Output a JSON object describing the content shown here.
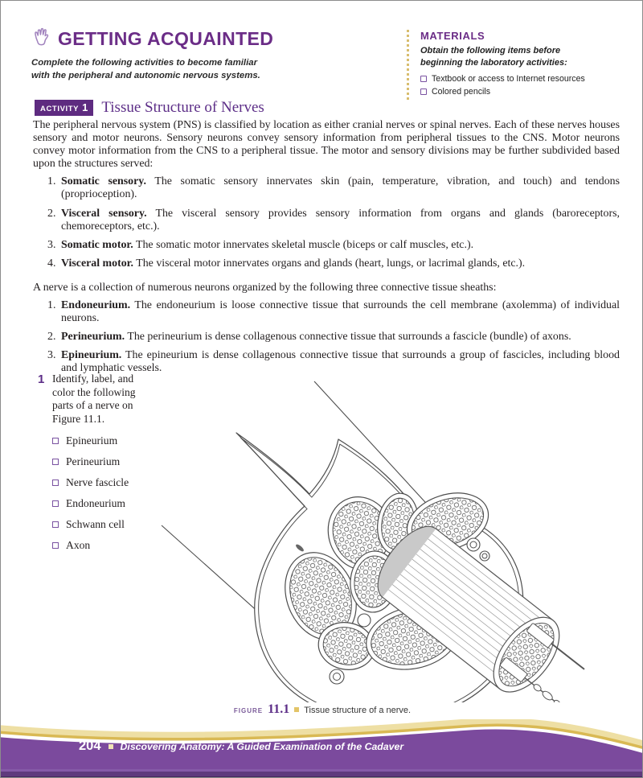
{
  "header": {
    "title": "GETTING ACQUAINTED",
    "subtitle": "Complete the following activities to become familiar with the peripheral and autonomic nervous systems."
  },
  "materials": {
    "title": "MATERIALS",
    "intro": "Obtain the following items before beginning the laboratory activities:",
    "items": [
      "Textbook or access to Internet resources",
      "Colored pencils"
    ]
  },
  "activity": {
    "badge_label": "ACTIVITY",
    "badge_number": "1",
    "title": "Tissue Structure of Nerves"
  },
  "intro_paragraph": "The peripheral nervous system (PNS) is classified by location as either cranial nerves or spinal nerves. Each of these nerves houses sensory and motor neurons. Sensory neurons convey sensory information from peripheral tissues to the CNS. Motor neurons convey motor information from the CNS to a peripheral tissue. The motor and sensory divisions may be further subdivided based upon the structures served:",
  "divisions": [
    {
      "num": "1.",
      "lead": "Somatic sensory.",
      "text": "The somatic sensory innervates skin (pain, temperature, vibration, and touch) and tendons (proprioception)."
    },
    {
      "num": "2.",
      "lead": "Visceral sensory.",
      "text": "The visceral sensory provides sensory information from organs and glands (baroreceptors, chemoreceptors, etc.)."
    },
    {
      "num": "3.",
      "lead": "Somatic motor.",
      "text": "The somatic motor innervates skeletal muscle (biceps or calf muscles, etc.)."
    },
    {
      "num": "4.",
      "lead": "Visceral motor.",
      "text": "The visceral motor innervates organs and glands (heart, lungs, or lacrimal glands, etc.)."
    }
  ],
  "sheaths_intro": "A nerve is a collection of numerous neurons organized by the following three connective tissue sheaths:",
  "sheaths": [
    {
      "num": "1.",
      "lead": "Endoneurium.",
      "text": "The endoneurium is loose connective tissue that surrounds the cell membrane (axolemma) of individual neurons."
    },
    {
      "num": "2.",
      "lead": "Perineurium.",
      "text": "The perineurium is dense collagenous connective tissue that surrounds a fascicle (bundle) of axons."
    },
    {
      "num": "3.",
      "lead": "Epineurium.",
      "text": "The epineurium is dense collagenous connective tissue that surrounds a group of fascicles, including blood and lymphatic vessels."
    }
  ],
  "question": {
    "number": "1",
    "prompt": "Identify, label, and color the following parts of a nerve on Figure 11.1.",
    "checklist": [
      "Epineurium",
      "Perineurium",
      "Nerve fascicle",
      "Endoneurium",
      "Schwann cell",
      "Axon"
    ]
  },
  "figure": {
    "label": "FIGURE",
    "number": "11.1",
    "caption": "Tissue structure of a nerve."
  },
  "footer": {
    "page_number": "204",
    "book_title": "Discovering Anatomy: A Guided Examination of the Cadaver"
  },
  "colors": {
    "purple_heading": "#6b2d87",
    "purple_badge": "#5e2b80",
    "footer_purple": "#7b4a9d",
    "gold": "#e3c468"
  }
}
